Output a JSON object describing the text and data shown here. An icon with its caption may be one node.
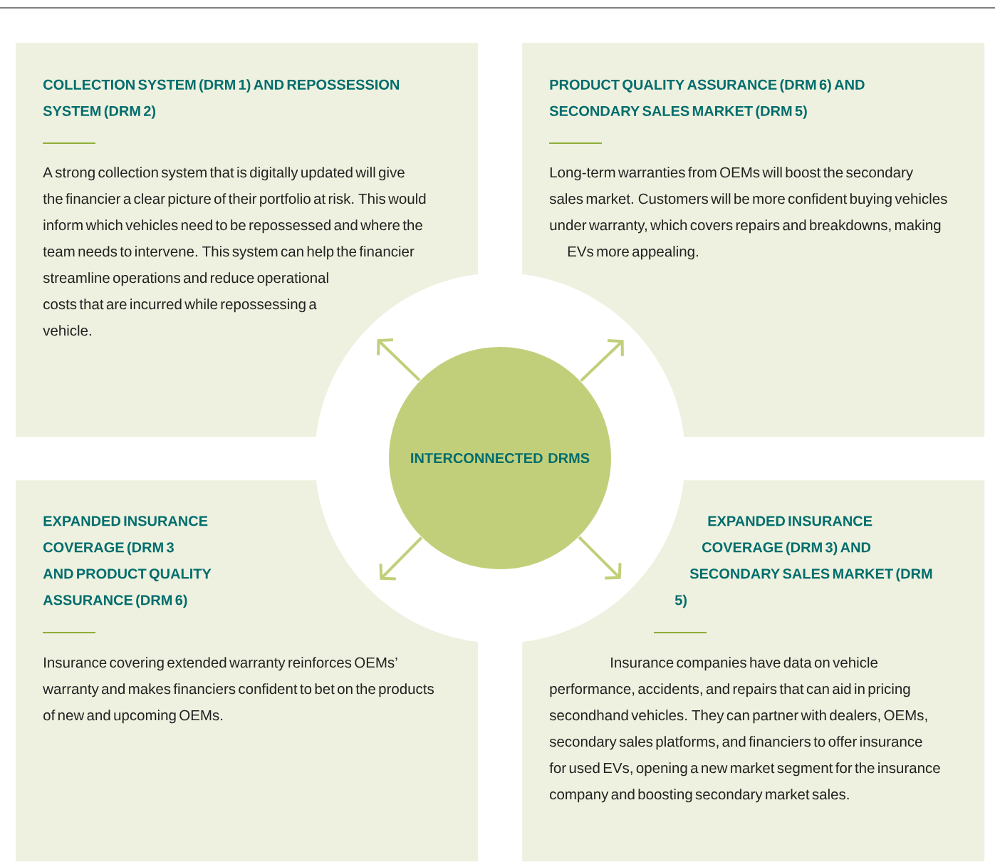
{
  "diagram": {
    "nodes": [
      {
        "text": [
          "COLLECTION SYSTEM (DRM 1) AND REPOSSESSION SYSTEM (DRM 2)",
          "A strong collection system that is digitally updated will give the financier a clear picture of their portfolio at risk. This would inform which vehicles need to be repossessed and where the team needs to intervene. This system can help the financier streamline operations and reduce operational costs that are incurred while repossessing a vehicle."
        ]
      },
      {
        "text": [
          "PRODUCT QUALITY ASSURANCE (DRM 6) AND SECONDARY SALES MARKET (DRM 5)",
          "Long-term warranties from OEMs will boost the secondary sales market. Customers will be more confident buying vehicles under warranty, which covers repairs and breakdowns, making EVs more appealing."
        ]
      },
      {
        "text": [
          "EXPANDED INSURANCE COVERAGE (DRM 3 AND PRODUCT QUALITY ASSURANCE (DRM 6)",
          "Insurance covering extended warranty reinforces OEMs’ warranty and makes financiers confident to bet on the products of new and upcoming OEMs."
        ]
      },
      {
        "text": [
          "EXPANDED INSURANCE COVERAGE (DRM 3) AND SECONDARY SALES MARKET (DRM 5)",
          "Insurance companies have data on vehicle performance, accidents, and repairs that can aid in pricing secondhand vehicles. They can partner with dealers, OEMs, secondary sales platforms, and financiers to offer insurance for used EVs, opening a new market segment for the insurance company and boosting secondary market sales."
        ]
      },
      {
        "text": [
          "INTERCONNECTED DRMS"
        ]
      }
    ],
    "edges": [
      {
        "from": 4,
        "to": 0,
        "arrow": "to"
      },
      {
        "from": 4,
        "to": 1,
        "arrow": "to"
      },
      {
        "from": 4,
        "to": 2,
        "arrow": "to"
      },
      {
        "from": 4,
        "to": 3,
        "arrow": "to"
      }
    ]
  }
}
